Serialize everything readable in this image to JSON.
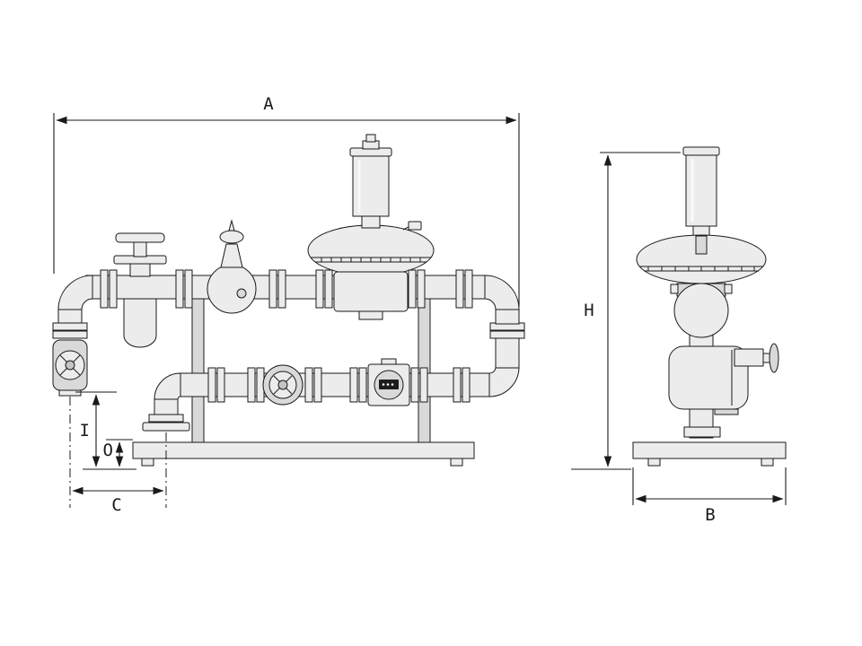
{
  "diagram": {
    "colors": {
      "bg": "#ffffff",
      "line": "#1a1a1a",
      "fill1": "#ececec",
      "fill2": "#d9d9d9",
      "fill3": "#c4c4c4",
      "display": "#1c1c1c"
    },
    "front_view": {
      "dim_overall_width": "A",
      "dim_inlet_height": "I",
      "dim_outlet_height": "O",
      "dim_inlet_offset": "C"
    },
    "side_view": {
      "dim_overall_height": "H",
      "dim_base_depth": "B"
    }
  }
}
